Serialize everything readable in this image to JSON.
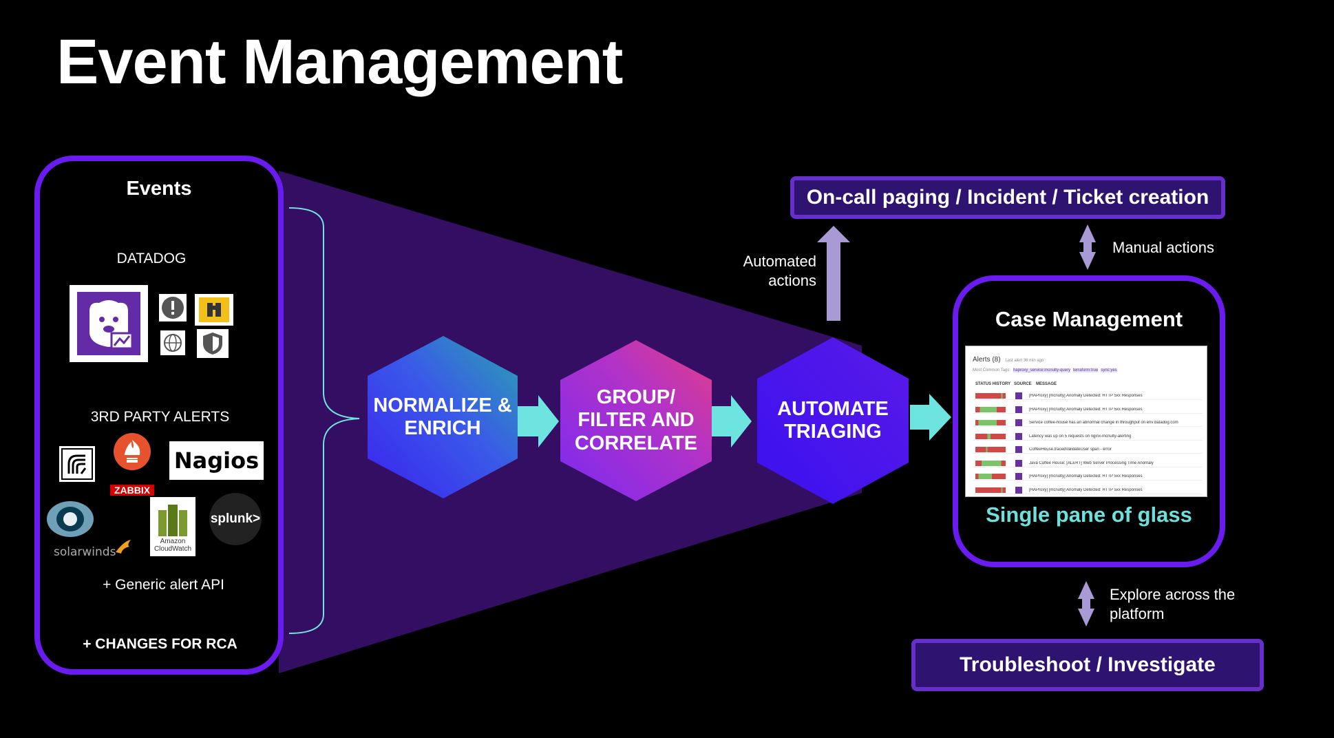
{
  "title": "Event Management",
  "events": {
    "title": "Events",
    "datadog_label": "DATADOG",
    "third_party_label": "3RD PARTY ALERTS",
    "generic_api": "+ Generic alert API",
    "changes": "+ CHANGES FOR RCA",
    "logos": {
      "nagios": "Nagios",
      "zabbix": "ZABBIX",
      "splunk": "splunk>",
      "solarwinds": "solarwinds",
      "cloudwatch_line1": "Amazon",
      "cloudwatch_line2": "CloudWatch"
    }
  },
  "steps": [
    {
      "label_line1": "NORMALIZE &",
      "label_line2": "ENRICH",
      "label_line3": ""
    },
    {
      "label_line1": "GROUP/",
      "label_line2": "FILTER AND",
      "label_line3": "CORRELATE"
    },
    {
      "label_line1": "AUTOMATE",
      "label_line2": "TRIAGING",
      "label_line3": ""
    }
  ],
  "oncall": "On-call paging / Incident / Ticket creation",
  "automated_actions_line1": "Automated",
  "automated_actions_line2": "actions",
  "manual_actions": "Manual actions",
  "case_management": {
    "title": "Case Management",
    "subtitle": "Single pane of glass",
    "panel": {
      "header": "Alerts (8)",
      "header_sub": "Last alert 36 min ago",
      "tags_label": "Most Common Tags:",
      "tags": [
        "haproxy_service:mcnulty-query",
        "terraform:true",
        "sync:yes"
      ],
      "columns": [
        "STATUS HISTORY",
        "SOURCE",
        "MESSAGE"
      ],
      "rows": [
        {
          "message": "[HAProxy] [mcnulty] Anomaly Detected: HTTP 5xx Responses",
          "history": [
            0.85,
            0.05
          ]
        },
        {
          "message": "[HAProxy] [mcnulty] Anomaly Detected: HTTP 5xx Responses",
          "history": [
            0.15,
            0.55
          ]
        },
        {
          "message": "Service coffee-house has an abnormal change in throughput on env:datadog.com",
          "history": [
            0.1,
            0.6
          ]
        },
        {
          "message": "Latency was up on 5 requests on nginx-mcnulty-alerting",
          "history": [
            0.4,
            0.1
          ]
        },
        {
          "message": "CoffeeHouse.tracedValidateUser span - error",
          "history": [
            0.35,
            0.05
          ]
        },
        {
          "message": "Java Coffee House: [ALERT] Web Server Processing Time Anomaly",
          "history": [
            0.2,
            0.65
          ]
        },
        {
          "message": "[HAProxy] [mcnulty] Anomaly Detected: HTTP 5xx Responses",
          "history": [
            0.1,
            0.45
          ]
        },
        {
          "message": "[HAProxy] [mcnulty] Anomaly Detected: HTTP 5xx Responses",
          "history": [
            0.85,
            0.05
          ]
        }
      ]
    }
  },
  "explore_line1": "Explore across the",
  "explore_line2": "platform",
  "troubleshoot": "Troubleshoot / Investigate",
  "colors": {
    "purple_border": "#6a1cf0",
    "funnel": "#330e62",
    "cyan": "#6ee4e0",
    "lavender": "#a99ad6",
    "subtitle_cyan": "#6ee0dc"
  }
}
